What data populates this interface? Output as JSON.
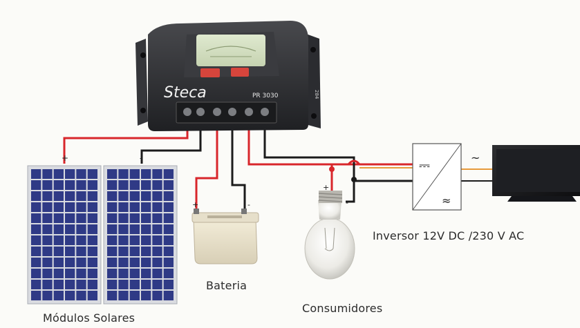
{
  "controller": {
    "brand": "Steca",
    "model": "PR 3030",
    "side_mark": "284"
  },
  "labels": {
    "modules": "Módulos Solares",
    "battery": "Bateria",
    "consumers": "Consumidores",
    "inverter": "Inversor 12V DC /230 V AC"
  },
  "polarity": {
    "plus": "+",
    "minus": "-"
  },
  "inverter_symbols": {
    "dc": "⎓",
    "ac": "~",
    "approx": "≈"
  },
  "colors": {
    "wire_positive": "#d8262b",
    "wire_negative": "#1b1b1b",
    "panel_cell": "#2f3a86",
    "controller_body": "#2c2d30"
  }
}
